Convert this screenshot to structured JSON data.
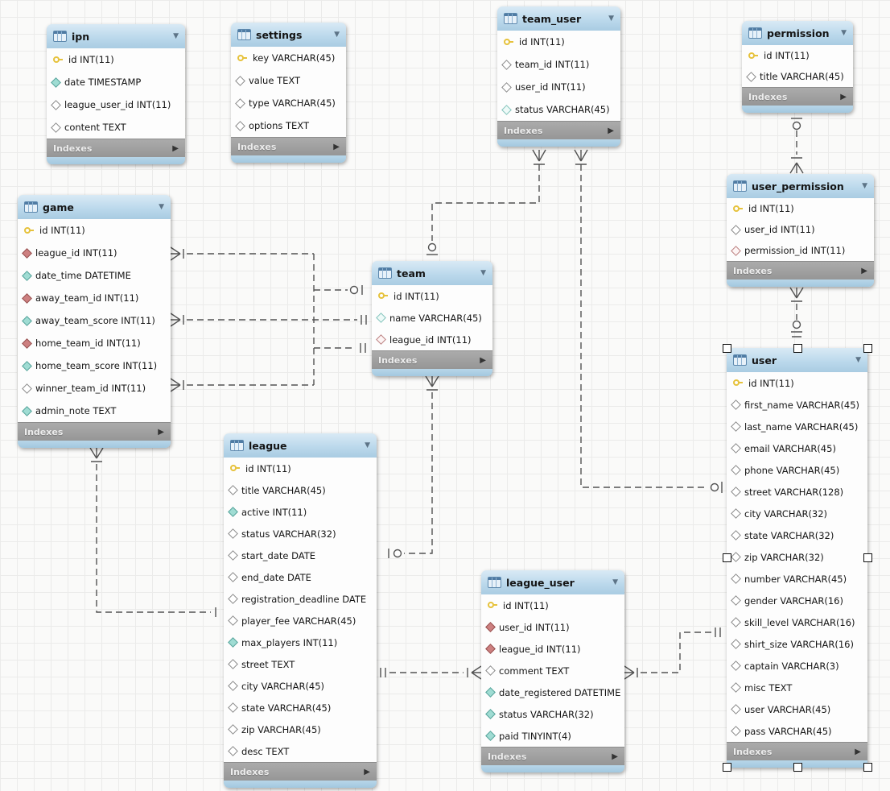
{
  "ui": {
    "indexes_label": "Indexes",
    "collapse_arrow_icon": "▼",
    "expand_arrow_icon": "▶"
  },
  "colors": {
    "table_header_blue": "#bcd9ec",
    "indexes_bar_gray": "#a0a0a0",
    "primary_key_yellow": "#e6c23c",
    "foreign_key_red": "#cd8080",
    "not_null_teal": "#9fdcd3",
    "connector_gray": "#525252"
  },
  "diagram": {
    "tables": [
      {
        "name": "ipn",
        "selected": false,
        "columns": [
          {
            "icon": "primary-key",
            "label": "id INT(11)"
          },
          {
            "icon": "not-null-diamond",
            "label": "date TIMESTAMP"
          },
          {
            "icon": "nullable-diamond",
            "label": "league_user_id INT(11)"
          },
          {
            "icon": "nullable-diamond",
            "label": "content TEXT"
          }
        ]
      },
      {
        "name": "settings",
        "selected": false,
        "columns": [
          {
            "icon": "primary-key",
            "label": "key VARCHAR(45)"
          },
          {
            "icon": "nullable-diamond",
            "label": "value TEXT"
          },
          {
            "icon": "nullable-diamond",
            "label": "type VARCHAR(45)"
          },
          {
            "icon": "nullable-diamond",
            "label": "options TEXT"
          }
        ]
      },
      {
        "name": "team_user",
        "selected": false,
        "columns": [
          {
            "icon": "primary-key",
            "label": "id INT(11)"
          },
          {
            "icon": "nullable-diamond",
            "label": "team_id INT(11)"
          },
          {
            "icon": "nullable-diamond",
            "label": "user_id INT(11)"
          },
          {
            "icon": "nullable-teal-diamond",
            "label": "status VARCHAR(45)"
          }
        ]
      },
      {
        "name": "permission",
        "selected": false,
        "columns": [
          {
            "icon": "primary-key",
            "label": "id INT(11)"
          },
          {
            "icon": "nullable-diamond",
            "label": "title VARCHAR(45)"
          }
        ]
      },
      {
        "name": "game",
        "selected": false,
        "columns": [
          {
            "icon": "primary-key",
            "label": "id INT(11)"
          },
          {
            "icon": "foreign-key-diamond",
            "label": "league_id INT(11)"
          },
          {
            "icon": "not-null-diamond",
            "label": "date_time DATETIME"
          },
          {
            "icon": "foreign-key-diamond",
            "label": "away_team_id INT(11)"
          },
          {
            "icon": "not-null-diamond",
            "label": "away_team_score INT(11)"
          },
          {
            "icon": "foreign-key-diamond",
            "label": "home_team_id INT(11)"
          },
          {
            "icon": "not-null-diamond",
            "label": "home_team_score INT(11)"
          },
          {
            "icon": "nullable-diamond",
            "label": "winner_team_id INT(11)"
          },
          {
            "icon": "not-null-diamond",
            "label": "admin_note TEXT"
          }
        ]
      },
      {
        "name": "team",
        "selected": false,
        "columns": [
          {
            "icon": "primary-key",
            "label": "id INT(11)"
          },
          {
            "icon": "nullable-teal-diamond",
            "label": "name VARCHAR(45)"
          },
          {
            "icon": "nullable-fk-diamond",
            "label": "league_id INT(11)"
          }
        ]
      },
      {
        "name": "user_permission",
        "selected": false,
        "columns": [
          {
            "icon": "primary-key",
            "label": "id INT(11)"
          },
          {
            "icon": "nullable-diamond",
            "label": "user_id INT(11)"
          },
          {
            "icon": "nullable-fk-diamond",
            "label": "permission_id INT(11)"
          }
        ]
      },
      {
        "name": "league",
        "selected": false,
        "columns": [
          {
            "icon": "primary-key",
            "label": "id INT(11)"
          },
          {
            "icon": "nullable-diamond",
            "label": "title VARCHAR(45)"
          },
          {
            "icon": "not-null-diamond",
            "label": "active INT(11)"
          },
          {
            "icon": "nullable-diamond",
            "label": "status VARCHAR(32)"
          },
          {
            "icon": "nullable-diamond",
            "label": "start_date DATE"
          },
          {
            "icon": "nullable-diamond",
            "label": "end_date DATE"
          },
          {
            "icon": "nullable-diamond",
            "label": "registration_deadline DATE"
          },
          {
            "icon": "nullable-diamond",
            "label": "player_fee VARCHAR(45)"
          },
          {
            "icon": "not-null-diamond",
            "label": "max_players INT(11)"
          },
          {
            "icon": "nullable-diamond",
            "label": "street TEXT"
          },
          {
            "icon": "nullable-diamond",
            "label": "city VARCHAR(45)"
          },
          {
            "icon": "nullable-diamond",
            "label": "state VARCHAR(45)"
          },
          {
            "icon": "nullable-diamond",
            "label": "zip VARCHAR(45)"
          },
          {
            "icon": "nullable-diamond",
            "label": "desc TEXT"
          }
        ]
      },
      {
        "name": "league_user",
        "selected": false,
        "columns": [
          {
            "icon": "primary-key",
            "label": "id INT(11)"
          },
          {
            "icon": "foreign-key-diamond",
            "label": "user_id INT(11)"
          },
          {
            "icon": "foreign-key-diamond",
            "label": "league_id INT(11)"
          },
          {
            "icon": "nullable-diamond",
            "label": "comment TEXT"
          },
          {
            "icon": "not-null-diamond",
            "label": "date_registered DATETIME"
          },
          {
            "icon": "not-null-diamond",
            "label": "status VARCHAR(32)"
          },
          {
            "icon": "not-null-diamond",
            "label": "paid TINYINT(4)"
          }
        ]
      },
      {
        "name": "user",
        "selected": true,
        "columns": [
          {
            "icon": "primary-key",
            "label": "id INT(11)"
          },
          {
            "icon": "nullable-diamond",
            "label": "first_name VARCHAR(45)"
          },
          {
            "icon": "nullable-diamond",
            "label": "last_name VARCHAR(45)"
          },
          {
            "icon": "nullable-diamond",
            "label": "email VARCHAR(45)"
          },
          {
            "icon": "nullable-diamond",
            "label": "phone VARCHAR(45)"
          },
          {
            "icon": "nullable-diamond",
            "label": "street VARCHAR(128)"
          },
          {
            "icon": "nullable-diamond",
            "label": "city VARCHAR(32)"
          },
          {
            "icon": "nullable-diamond",
            "label": "state VARCHAR(32)"
          },
          {
            "icon": "nullable-diamond",
            "label": "zip VARCHAR(32)"
          },
          {
            "icon": "nullable-diamond",
            "label": "number VARCHAR(45)"
          },
          {
            "icon": "nullable-diamond",
            "label": "gender VARCHAR(16)"
          },
          {
            "icon": "nullable-diamond",
            "label": "skill_level VARCHAR(16)"
          },
          {
            "icon": "nullable-diamond",
            "label": "shirt_size VARCHAR(16)"
          },
          {
            "icon": "nullable-diamond",
            "label": "captain VARCHAR(3)"
          },
          {
            "icon": "nullable-diamond",
            "label": "misc TEXT"
          },
          {
            "icon": "nullable-diamond",
            "label": "user VARCHAR(45)"
          },
          {
            "icon": "nullable-diamond",
            "label": "pass VARCHAR(45)"
          }
        ]
      }
    ]
  }
}
